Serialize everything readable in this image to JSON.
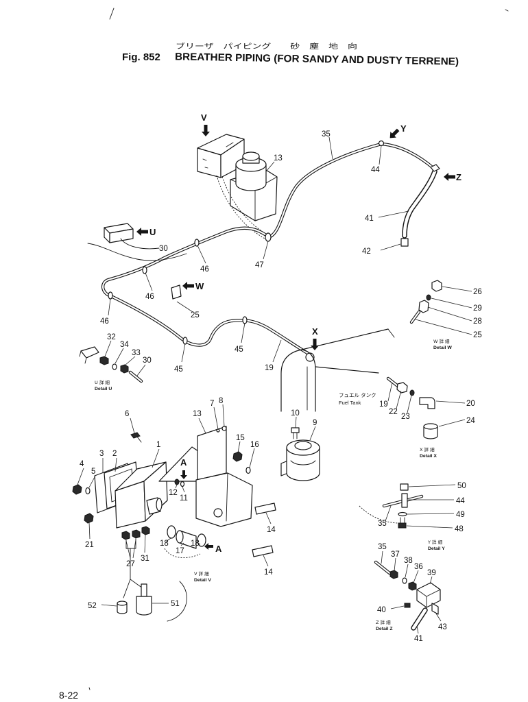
{
  "header": {
    "title_jp": "ブリーザ　パイピング　　砂　塵　地　向",
    "fig_label": "Fig. 852",
    "title_en": "BREATHER PIPING (FOR SANDY AND DUSTY TERRENE)"
  },
  "view_arrows": {
    "v": "V",
    "y": "Y",
    "z": "Z",
    "u": "U",
    "w": "W",
    "x": "X",
    "a_upper": "A",
    "a_lower": "A"
  },
  "callouts": {
    "main": [
      "13",
      "35",
      "44",
      "41",
      "42",
      "30",
      "46",
      "47",
      "46",
      "25",
      "46",
      "45",
      "45",
      "19",
      "10",
      "9"
    ],
    "detail_w": [
      "26",
      "29",
      "28",
      "25"
    ],
    "detail_u": [
      "32",
      "34",
      "33",
      "30"
    ],
    "detail_x": [
      "19",
      "22",
      "23",
      "20",
      "24"
    ],
    "detail_v": [
      "6",
      "7",
      "8",
      "13",
      "15",
      "16",
      "3",
      "2",
      "1",
      "4",
      "5",
      "12",
      "11",
      "14",
      "14",
      "21",
      "18",
      "17",
      "18",
      "27",
      "31",
      "52",
      "51"
    ],
    "detail_y": [
      "50",
      "44",
      "49",
      "48",
      "35"
    ],
    "detail_z": [
      "35",
      "37",
      "38",
      "36",
      "39",
      "40",
      "43",
      "41"
    ]
  },
  "details": {
    "u": {
      "jp": "U 詳 細",
      "en": "Detail U"
    },
    "v": {
      "jp": "V 詳 細",
      "en": "Detail V"
    },
    "w": {
      "jp": "W 詳 細",
      "en": "Detail W"
    },
    "x": {
      "jp": "X 詳 細",
      "en": "Detail X"
    },
    "y": {
      "jp": "Y 詳 細",
      "en": "Detail Y"
    },
    "z": {
      "jp": "Z 詳 細",
      "en": "Detail Z"
    }
  },
  "fuel_tank": {
    "jp": "フュエル タンク",
    "en": "Fuel Tank"
  },
  "page_number": "8-22"
}
